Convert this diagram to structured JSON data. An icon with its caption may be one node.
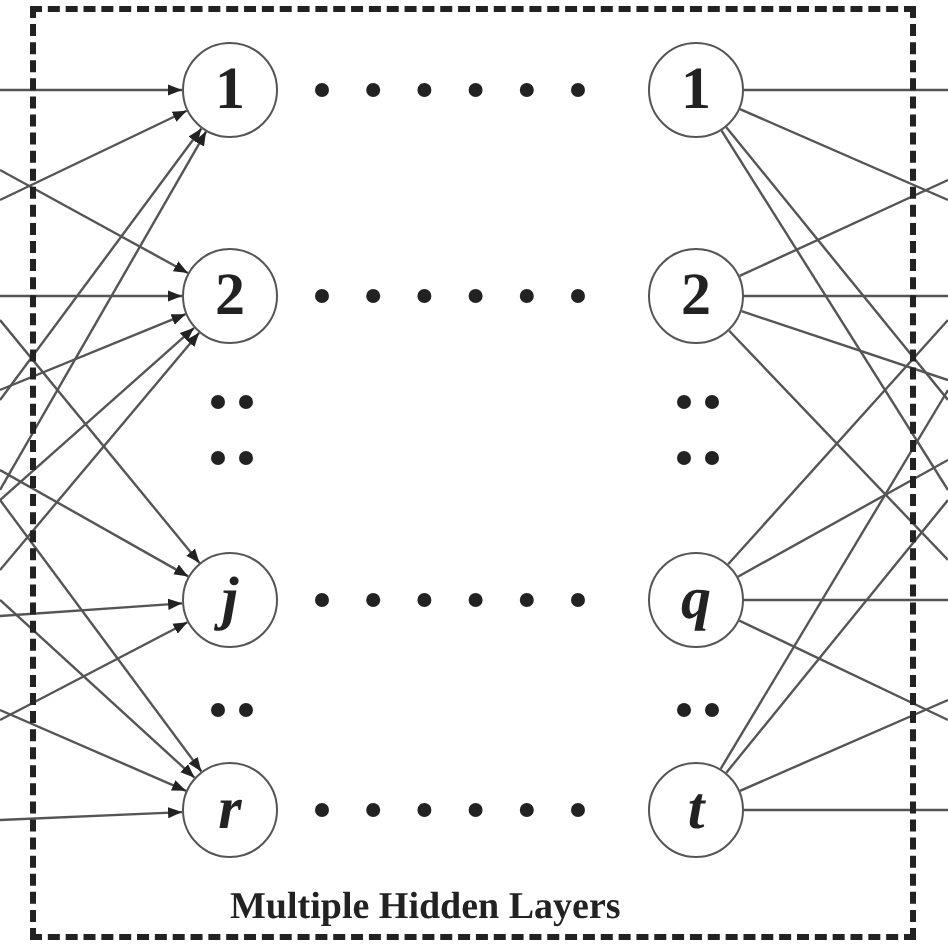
{
  "diagram": {
    "nodes": [
      {
        "text": [
          "Multiple Hidden Layers"
        ]
      },
      {
        "text": [
          "1"
        ],
        "in": 0
      },
      {
        "text": [
          "2"
        ],
        "in": 0
      },
      {
        "text": [
          "j"
        ],
        "in": 0
      },
      {
        "text": [
          "r"
        ],
        "in": 0
      },
      {
        "text": [
          "1"
        ],
        "in": 0
      },
      {
        "text": [
          "2"
        ],
        "in": 0
      },
      {
        "text": [
          "q"
        ],
        "in": 0
      },
      {
        "text": [
          "t"
        ],
        "in": 0
      }
    ],
    "edges": [
      {
        "from": null,
        "to": 1,
        "arrow": "to"
      },
      {
        "from": null,
        "to": 1,
        "arrow": "to"
      },
      {
        "from": null,
        "to": 1,
        "arrow": "to"
      },
      {
        "from": null,
        "to": 1,
        "arrow": "to"
      },
      {
        "from": null,
        "to": 2,
        "arrow": "to"
      },
      {
        "from": null,
        "to": 2,
        "arrow": "to"
      },
      {
        "from": null,
        "to": 2,
        "arrow": "to"
      },
      {
        "from": null,
        "to": 2,
        "arrow": "to"
      },
      {
        "from": null,
        "to": 2,
        "arrow": "to"
      },
      {
        "from": null,
        "to": 3,
        "arrow": "to"
      },
      {
        "from": null,
        "to": 3,
        "arrow": "to"
      },
      {
        "from": null,
        "to": 3,
        "arrow": "to"
      },
      {
        "from": null,
        "to": 3,
        "arrow": "to"
      },
      {
        "from": null,
        "to": 4,
        "arrow": "to"
      },
      {
        "from": null,
        "to": 4,
        "arrow": "to"
      },
      {
        "from": null,
        "to": 4,
        "arrow": "to"
      },
      {
        "from": null,
        "to": 4,
        "arrow": "to"
      },
      {
        "from": 1,
        "to": 5,
        "arrow": "none",
        "style": "dashed"
      },
      {
        "from": 2,
        "to": 6,
        "arrow": "none",
        "style": "dashed"
      },
      {
        "from": 3,
        "to": 7,
        "arrow": "none",
        "style": "dashed"
      },
      {
        "from": 4,
        "to": 8,
        "arrow": "none",
        "style": "dashed"
      },
      {
        "from": 5,
        "to": null,
        "arrow": "none"
      },
      {
        "from": 5,
        "to": null,
        "arrow": "none"
      },
      {
        "from": 5,
        "to": null,
        "arrow": "none"
      },
      {
        "from": 5,
        "to": null,
        "arrow": "none"
      },
      {
        "from": 6,
        "to": null,
        "arrow": "none"
      },
      {
        "from": 6,
        "to": null,
        "arrow": "none"
      },
      {
        "from": 6,
        "to": null,
        "arrow": "none"
      },
      {
        "from": 6,
        "to": null,
        "arrow": "none"
      },
      {
        "from": 7,
        "to": null,
        "arrow": "none"
      },
      {
        "from": 7,
        "to": null,
        "arrow": "none"
      },
      {
        "from": 7,
        "to": null,
        "arrow": "none"
      },
      {
        "from": 7,
        "to": null,
        "arrow": "none"
      },
      {
        "from": 8,
        "to": null,
        "arrow": "none"
      },
      {
        "from": 8,
        "to": null,
        "arrow": "none"
      },
      {
        "from": 8,
        "to": null,
        "arrow": "none"
      },
      {
        "from": 8,
        "to": null,
        "arrow": "none"
      }
    ]
  }
}
